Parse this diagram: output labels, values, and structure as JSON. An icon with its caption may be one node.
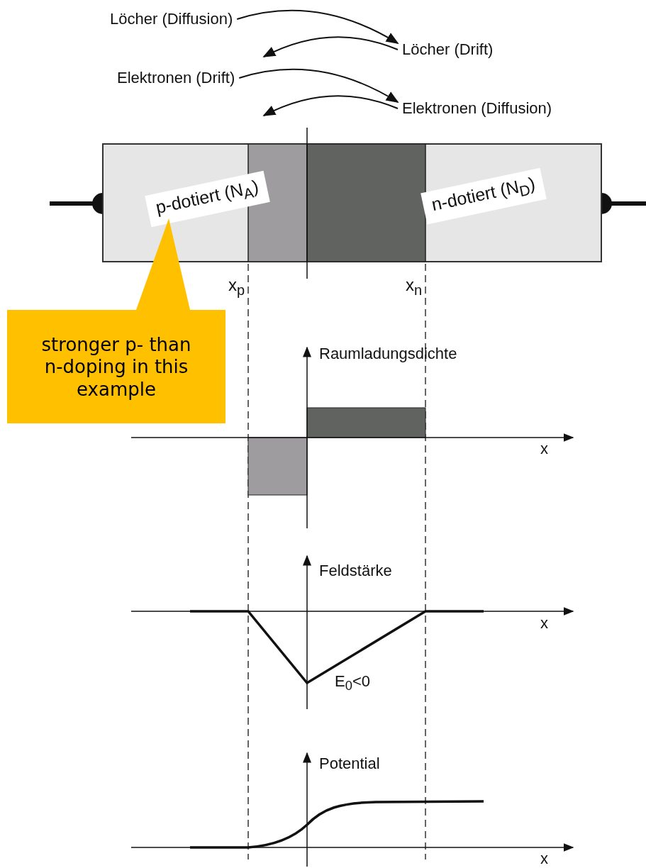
{
  "diagram": {
    "nodes": [
      {
        "text": [
          "Löcher (Diffusion)"
        ]
      },
      {
        "text": [
          "Löcher (Drift)"
        ]
      },
      {
        "text": [
          "Elektronen (Drift)"
        ]
      },
      {
        "text": [
          "Elektronen (Diffusion)"
        ]
      },
      {
        "text": [
          "p-dotiert (N$_{A}$)"
        ]
      },
      {
        "text": [
          "n-dotiert (N$_{D}$)"
        ]
      },
      {
        "text": [
          "stronger p- than n-doping in this example"
        ]
      }
    ],
    "edges": [
      {
        "from": 0,
        "to": 1,
        "arrow": "to"
      },
      {
        "from": 1,
        "to": null,
        "arrow": "to"
      },
      {
        "from": 2,
        "to": 3,
        "arrow": "to"
      },
      {
        "from": 3,
        "to": null,
        "arrow": "to"
      }
    ],
    "labels": [
      "x$_{p}$",
      "x$_{n}$",
      "Raumladungsdichte",
      "x",
      "Feldstärke",
      "x",
      "E$_{0}$<0",
      "Potential",
      "x"
    ]
  }
}
